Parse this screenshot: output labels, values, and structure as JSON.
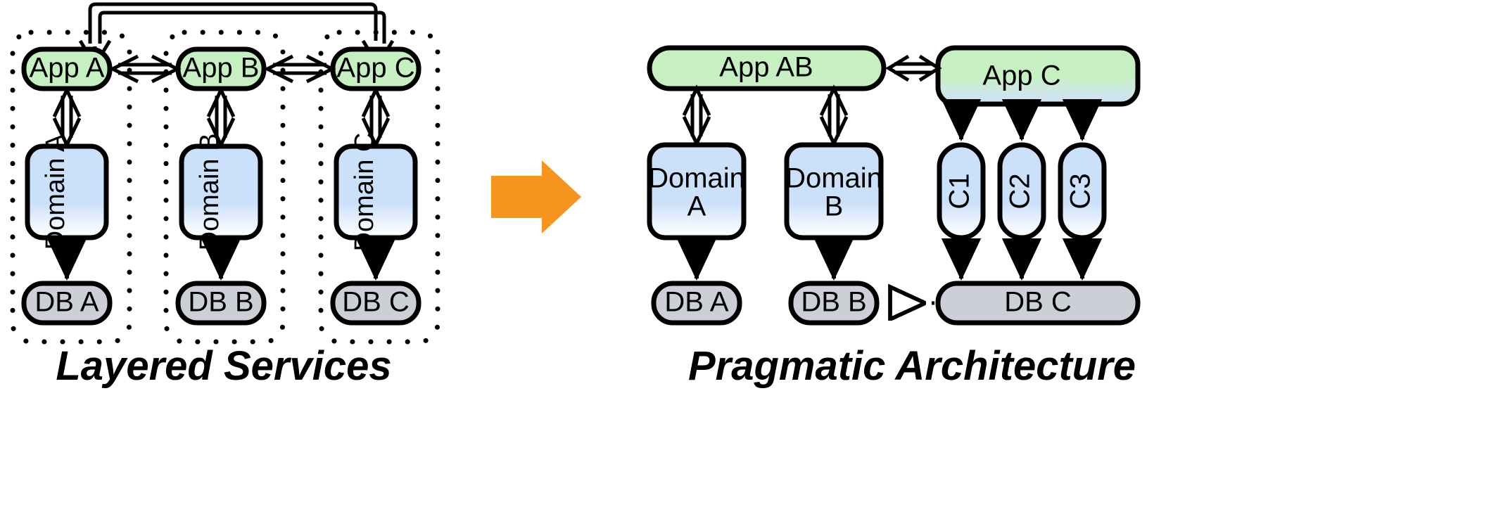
{
  "diagram": {
    "title_left": "Layered Services",
    "title_right": "Pragmatic Architecture",
    "colors": {
      "app_green": "#c6f0c2",
      "domain_blue": "#cbe0f9",
      "db_gray": "#ccd0d6",
      "transition_orange": "#f7941e",
      "stroke": "#000000",
      "container_dotted": "#000000"
    },
    "left_panel": {
      "caption": "Layered Services",
      "columns": [
        {
          "app": "App A",
          "domain": "Domain A",
          "db": "DB A"
        },
        {
          "app": "App B",
          "domain": "Domain B",
          "db": "DB B"
        },
        {
          "app": "App C",
          "domain": "Domain C",
          "db": "DB C"
        }
      ],
      "connections": [
        {
          "from": "App A",
          "to": "App B",
          "style": "double-line-bidirectional"
        },
        {
          "from": "App B",
          "to": "App C",
          "style": "double-line-bidirectional"
        },
        {
          "from": "App C",
          "to": "App A",
          "style": "double-line-routed-over-top"
        },
        {
          "from": "App A",
          "to": "Domain A",
          "style": "double-line-bidirectional"
        },
        {
          "from": "App B",
          "to": "Domain B",
          "style": "double-line-bidirectional"
        },
        {
          "from": "App C",
          "to": "Domain C",
          "style": "double-line-bidirectional"
        },
        {
          "from": "Domain A",
          "to": "DB A",
          "style": "solid-arrow"
        },
        {
          "from": "Domain B",
          "to": "DB B",
          "style": "solid-arrow"
        },
        {
          "from": "Domain C",
          "to": "DB C",
          "style": "solid-arrow"
        }
      ]
    },
    "transition": {
      "icon": "right-block-arrow"
    },
    "right_panel": {
      "caption": "Pragmatic Architecture",
      "apps": [
        {
          "label": "App AB",
          "fill": "green"
        },
        {
          "label": "App C",
          "fill": "green-to-blue-gradient"
        }
      ],
      "domains": [
        {
          "label": "Domain A"
        },
        {
          "label": "Domain B"
        }
      ],
      "components": [
        {
          "label": "C1"
        },
        {
          "label": "C2"
        },
        {
          "label": "C3"
        }
      ],
      "databases": [
        {
          "label": "DB A"
        },
        {
          "label": "DB B"
        },
        {
          "label": "DB C"
        }
      ],
      "connections": [
        {
          "from": "App AB",
          "to": "App C",
          "style": "double-line-bidirectional"
        },
        {
          "from": "App AB",
          "to": "Domain A",
          "style": "double-line-bidirectional"
        },
        {
          "from": "App AB",
          "to": "Domain B",
          "style": "double-line-bidirectional"
        },
        {
          "from": "App C",
          "to": "C1",
          "style": "solid-arrow"
        },
        {
          "from": "App C",
          "to": "C2",
          "style": "solid-arrow"
        },
        {
          "from": "App C",
          "to": "C3",
          "style": "solid-arrow"
        },
        {
          "from": "Domain A",
          "to": "DB A",
          "style": "solid-arrow"
        },
        {
          "from": "Domain B",
          "to": "DB B",
          "style": "solid-arrow"
        },
        {
          "from": "C1",
          "to": "DB C",
          "style": "solid-arrow"
        },
        {
          "from": "C2",
          "to": "DB C",
          "style": "solid-arrow"
        },
        {
          "from": "C3",
          "to": "DB C",
          "style": "solid-arrow"
        },
        {
          "from": "DB C",
          "to": "DB B",
          "style": "dotted-hollow-arrow"
        }
      ]
    }
  }
}
